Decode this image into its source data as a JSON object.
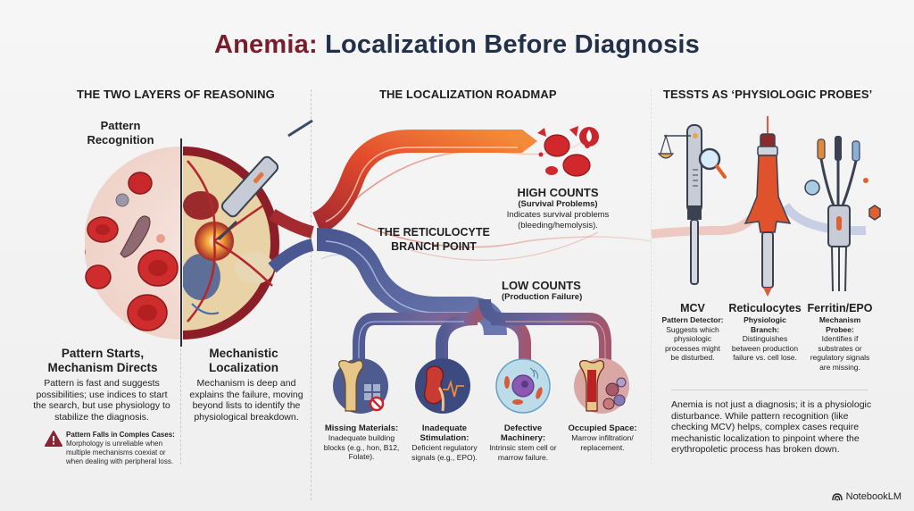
{
  "title": {
    "part1": "Anemia:",
    "part2": "Localization Before Diagnosis"
  },
  "left_section": {
    "heading": "THE TWO LAYERS OF REASONING",
    "pattern_label": "Pattern Recognition",
    "col1": {
      "title": "Pattern Starts, Mechanism Directs",
      "body": "Pattern is fast and suggests possibilities; use indices to start the search, but use physiology to stabilize the diagnosis."
    },
    "col2": {
      "title": "Mechanistic Localization",
      "body": "Mechanism is deep and explains the failure, moving beyond lists to identify the physiological breakdown."
    },
    "warning": {
      "icon": "warning-triangle-icon",
      "title": "Pattern Falls in Comples Cases:",
      "body": "Morphology is unreliable when multiple mechanisms coexiat or when dealing with peripheral loss."
    }
  },
  "middle_section": {
    "heading": "THE LOCALIZATION ROADMAP",
    "branch_point": "THE RETICULOCYTE BRANCH POINT",
    "high": {
      "title": "HIGH COUNTS",
      "subtitle": "(Survival Problems)",
      "body": "Indicates survival problems (bleeding/hemolysis)."
    },
    "low": {
      "title": "LOW COUNTS",
      "subtitle": "(Production Failure)"
    },
    "causes": [
      {
        "icon": "bone-blocked-icon",
        "title": "Missing Materials:",
        "body": "Inadequate building blocks (e.g., hon, B12, Folate)."
      },
      {
        "icon": "kidney-signal-icon",
        "title": "Inadequate Stimulation:",
        "body": "Deficient regulatory signals (e.g., EPO)."
      },
      {
        "icon": "stem-cell-icon",
        "title": "Defective Machinery:",
        "body": "Intrinsic stem cell or marrow failure."
      },
      {
        "icon": "marrow-infiltration-icon",
        "title": "Occupied Space:",
        "body": "Marrow infiltration/ replacement."
      }
    ]
  },
  "right_section": {
    "heading": "TESSTS AS ‘PHYSIOLOGIC PROBES’",
    "probes": [
      {
        "icon": "scale-magnifier-probe-icon",
        "name": "MCV",
        "role": "Pattern Detector:",
        "body": "Suggests which physiologic processes might be disturbed."
      },
      {
        "icon": "branch-probe-icon",
        "name": "Reticulocytes",
        "role": "Physiologic Branch:",
        "body": "Distinguishes between production failure vs. cell lose."
      },
      {
        "icon": "multi-wire-probe-icon",
        "name": "Ferritin/EPO",
        "role": "Mechanism Probee:",
        "body": "Identifies if substrates or regulatory signals are missing."
      }
    ],
    "summary": "Anemia is not just a diagnosis; it is a physiologic disturbance. While pattern recognition (like checking MCV) helps, complex cases require mechanistic localization to pinpoint where the erythropoletic process has broken down."
  },
  "footer": {
    "brand": "NotebookLM",
    "icon": "notebooklm-logo-icon"
  },
  "colors": {
    "title_accent": "#7a1c2a",
    "title_main": "#22304a",
    "high_path": "#e8552b",
    "low_path": "#4c5a92",
    "blood_red": "#c9262c"
  }
}
